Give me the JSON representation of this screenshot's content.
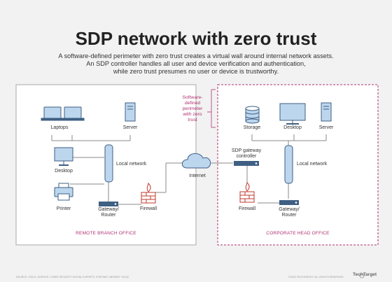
{
  "title": "SDP network with zero trust",
  "subtitle_lines": [
    "A software-defined perimeter with zero trust creates a virtual wall around internal network assets.",
    "An SDP controller handles all user and device verification and authentication,",
    "while zero trust presumes no user or device is trustworthy."
  ],
  "remote": {
    "office_label": "REMOTE BRANCH OFFICE",
    "laptops": "Laptops",
    "server": "Server",
    "desktop": "Desktop",
    "local_network": "Local network",
    "printer": "Printer",
    "gateway": "Gateway/",
    "router": "Router",
    "firewall": "Firewall"
  },
  "internet": "Internet",
  "callout_lines": [
    "Software-",
    "defined",
    "perimeter",
    "with zero",
    "trust"
  ],
  "corporate": {
    "office_label": "CORPORATE HEAD OFFICE",
    "storage": "Storage",
    "desktop": "Desktop",
    "server": "Server",
    "sdp_gateway_line1": "SDP gateway",
    "sdp_gateway_line2": "controller",
    "local_network": "Local network",
    "firewall": "Firewall",
    "gateway": "Gateway/",
    "router": "Router"
  },
  "footer_left": "SOURCE: CISCO, SOPHOS, CYBER SECURITY DIGITAL EXPERTS, FORTINET, MEHMET YILDIZ",
  "footer_right": "©2023 TECHTARGET. ALL RIGHTS RESERVED.",
  "logo": "TechTarget",
  "colors": {
    "line": "#8a8a8a",
    "device_blue": "#bcd6ee",
    "device_outline": "#3f5f83",
    "firewall_red": "#c0392b",
    "accent_magenta": "#b03070"
  }
}
